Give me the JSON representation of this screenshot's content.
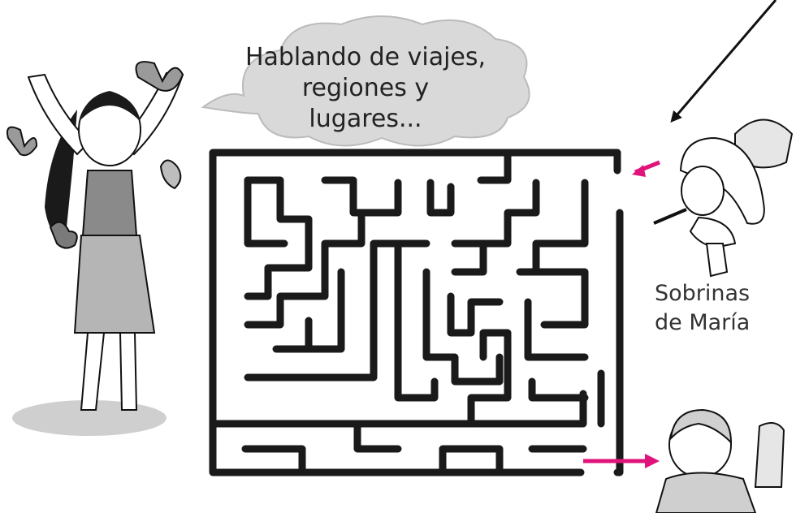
{
  "speech_bubble": {
    "line1": "Hablando de viajes,",
    "line2": "regiones y lugares..."
  },
  "caption": {
    "line1": "Sobrinas",
    "line2": "de María"
  },
  "colors": {
    "maze_wall": "#1a1a1a",
    "arrow_accent": "#e0137b",
    "shading": "#9a9a9a",
    "bubble_fill": "#d9d9d9"
  },
  "icons": {
    "entry_arrow": "pink-arrow-icon",
    "exit_arrow": "pink-arrow-icon",
    "pointer": "black-arrow-icon"
  }
}
